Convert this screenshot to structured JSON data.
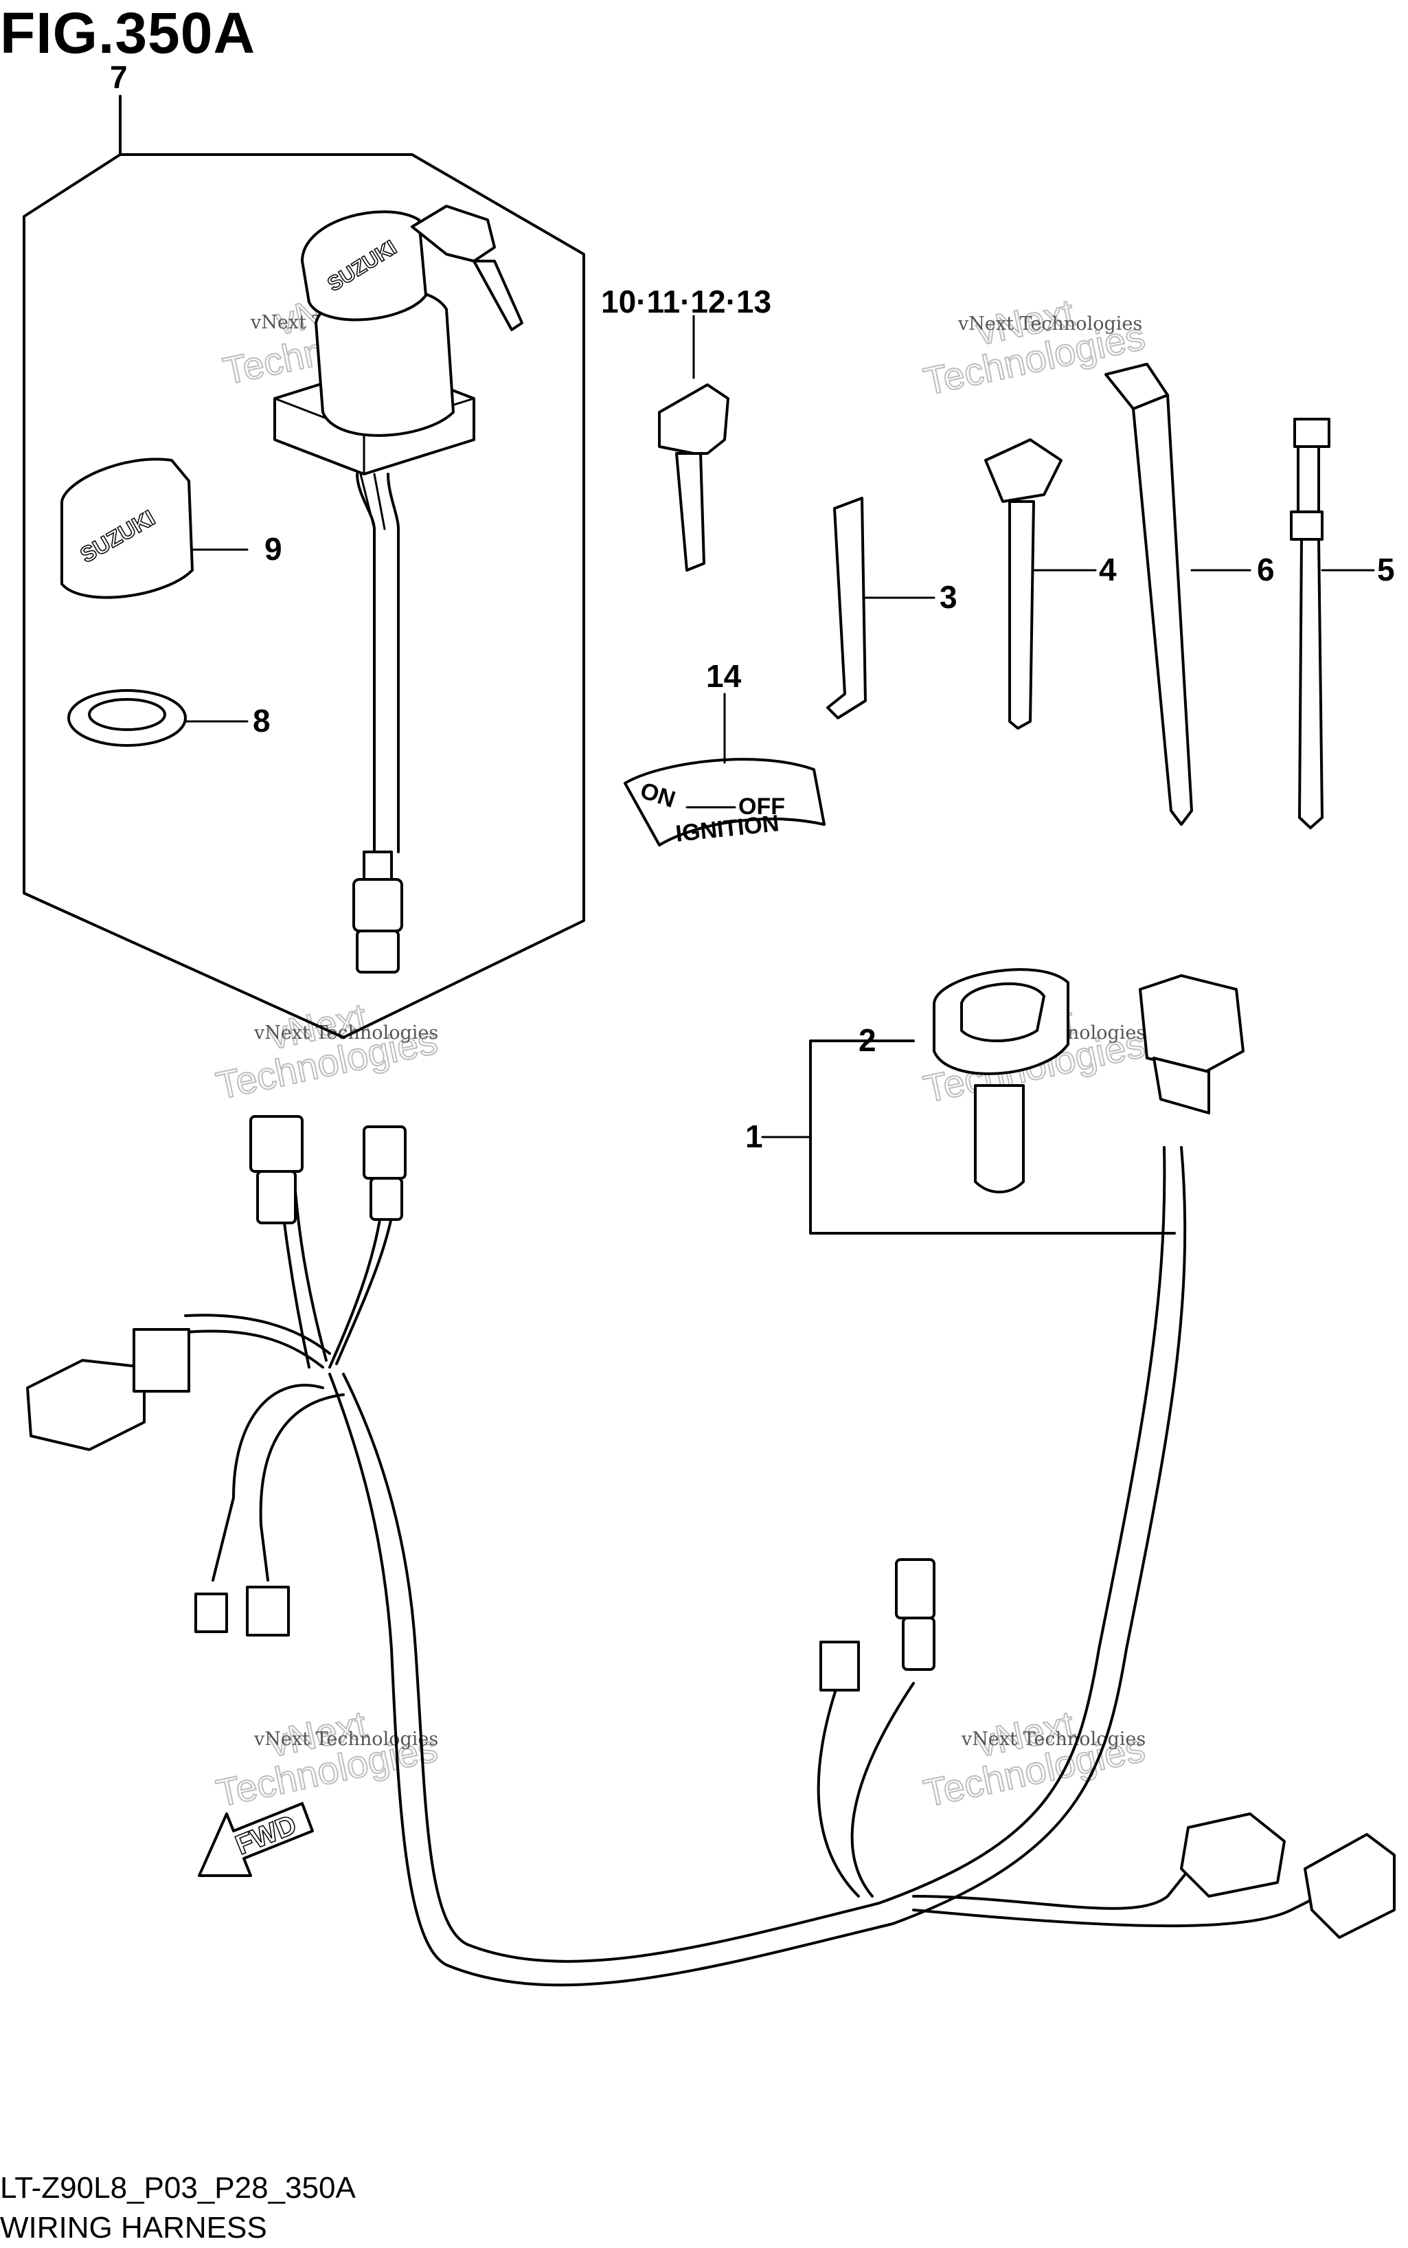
{
  "figure": {
    "title": "FIG.350A",
    "model_code": "LT-Z90L8_P03_P28_350A",
    "caption": "WIRING HARNESS"
  },
  "callouts": {
    "c1": "1",
    "c2": "2",
    "c3": "3",
    "c4": "4",
    "c5": "5",
    "c6": "6",
    "c7": "7",
    "c8": "8",
    "c9": "9",
    "c10_13": "10·11·12·13",
    "c14": "14"
  },
  "ignition_label": {
    "on": "ON",
    "off": "OFF",
    "ignition": "IGNITION"
  },
  "brand": {
    "switch_cap": "SUZUKI",
    "loose_cap": "SUZUKI"
  },
  "direction_arrow": "FWD",
  "watermark": {
    "line1": "vNext Technologies",
    "line2": "Technologies",
    "line3": "vNext"
  }
}
